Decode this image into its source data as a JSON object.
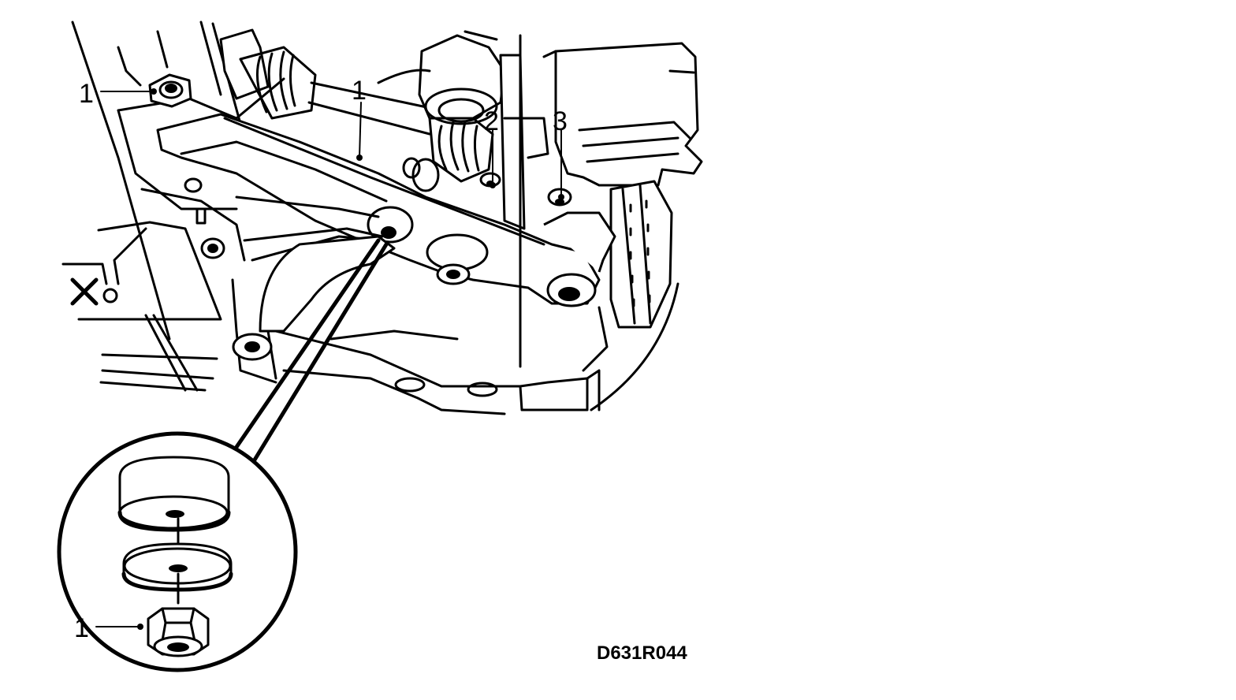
{
  "callouts": {
    "bolt_top_left": "1",
    "control_arm": "1",
    "ball_joint": "2",
    "hub_bolt": "3",
    "nut_detail": "1"
  },
  "drawing_code": "D631R044",
  "icons": {
    "detail_magnifier": "detail-circle",
    "nut": "hex-nut-icon",
    "washer": "washer-icon",
    "bushing": "bushing-icon"
  }
}
